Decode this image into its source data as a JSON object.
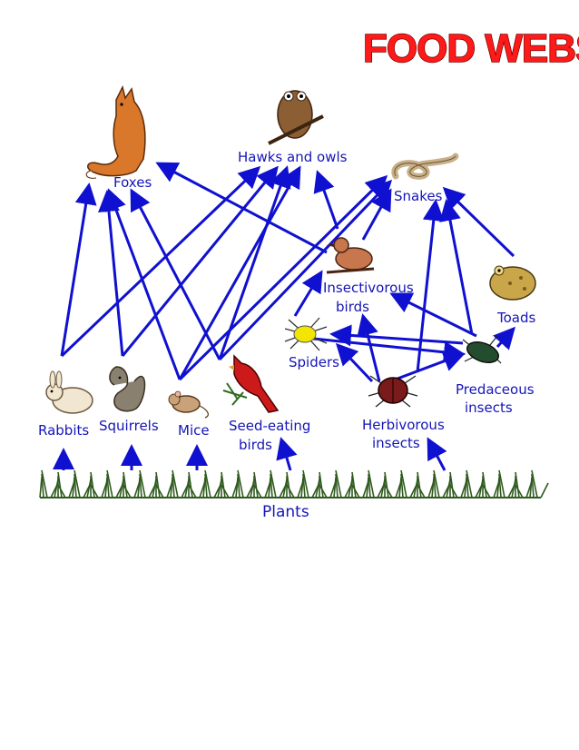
{
  "title": "FOOD WEBS",
  "colors": {
    "arrow": "#1010d0",
    "label": "#1515b8",
    "title": "#ff1a1a",
    "grass": "#2f5a1e"
  },
  "labels": {
    "plants": "Plants",
    "foxes": "Foxes",
    "hawks": "Hawks and owls",
    "snakes": "Snakes",
    "insectivorous_1": "Insectivorous",
    "insectivorous_2": "birds",
    "toads": "Toads",
    "spiders": "Spiders",
    "predaceous_1": "Predaceous",
    "predaceous_2": "insects",
    "rabbits": "Rabbits",
    "squirrels": "Squirrels",
    "mice": "Mice",
    "seed_1": "Seed-eating",
    "seed_2": "birds",
    "herb_1": "Herbivorous",
    "herb_2": "insects"
  },
  "icons": {
    "fox": "fox-icon",
    "owl": "owl-icon",
    "snake": "snake-icon",
    "bird": "insectivorous-bird-icon",
    "toad": "toad-icon",
    "spider": "spider-icon",
    "beetle": "predaceous-beetle-icon",
    "rabbit": "rabbit-icon",
    "squirrel": "squirrel-icon",
    "mouse": "mouse-icon",
    "cardinal": "cardinal-icon",
    "herbivore": "herbivorous-beetle-icon",
    "grass": "grass-icon"
  },
  "links": [
    [
      "Plants",
      "Rabbits"
    ],
    [
      "Plants",
      "Squirrels"
    ],
    [
      "Plants",
      "Mice"
    ],
    [
      "Plants",
      "Seed-eating birds"
    ],
    [
      "Plants",
      "Herbivorous insects"
    ],
    [
      "Rabbits",
      "Foxes"
    ],
    [
      "Rabbits",
      "Hawks and owls"
    ],
    [
      "Squirrels",
      "Foxes"
    ],
    [
      "Squirrels",
      "Hawks and owls"
    ],
    [
      "Mice",
      "Foxes"
    ],
    [
      "Mice",
      "Hawks and owls"
    ],
    [
      "Mice",
      "Snakes"
    ],
    [
      "Seed-eating birds",
      "Foxes"
    ],
    [
      "Seed-eating birds",
      "Hawks and owls"
    ],
    [
      "Seed-eating birds",
      "Snakes"
    ],
    [
      "Insectivorous birds",
      "Foxes"
    ],
    [
      "Insectivorous birds",
      "Hawks and owls"
    ],
    [
      "Insectivorous birds",
      "Snakes"
    ],
    [
      "Spiders",
      "Insectivorous birds"
    ],
    [
      "Spiders",
      "Predaceous insects"
    ],
    [
      "Herbivorous insects",
      "Spiders"
    ],
    [
      "Herbivorous insects",
      "Insectivorous birds"
    ],
    [
      "Herbivorous insects",
      "Predaceous insects"
    ],
    [
      "Herbivorous insects",
      "Snakes"
    ],
    [
      "Predaceous insects",
      "Spiders"
    ],
    [
      "Predaceous insects",
      "Insectivorous birds"
    ],
    [
      "Predaceous insects",
      "Toads"
    ],
    [
      "Predaceous insects",
      "Snakes"
    ],
    [
      "Toads",
      "Snakes"
    ]
  ]
}
